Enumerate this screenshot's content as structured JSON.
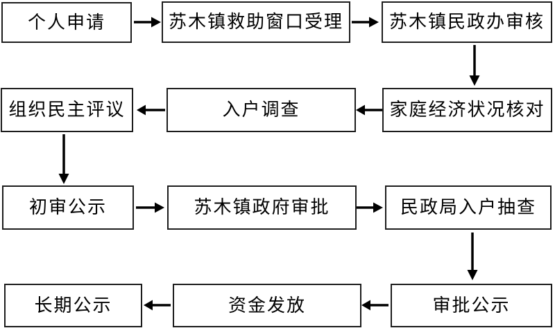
{
  "flowchart": {
    "background_color": "#ffffff",
    "box_border_color": "#1c1c1c",
    "arrow_color": "#000000",
    "text_color": "#000000",
    "nodes": [
      {
        "id": "individual-application",
        "label": "个人申请"
      },
      {
        "id": "town-aid-window-acceptance",
        "label": "苏木镇救助窗口受理"
      },
      {
        "id": "town-civil-affairs-office-review",
        "label": "苏木镇民政办审核"
      },
      {
        "id": "family-economic-status-check",
        "label": "家庭经济状况核对"
      },
      {
        "id": "household-survey",
        "label": "入户调查"
      },
      {
        "id": "democratic-appraisal",
        "label": "组织民主评议"
      },
      {
        "id": "preliminary-review-publicity",
        "label": "初审公示"
      },
      {
        "id": "town-government-approval",
        "label": "苏木镇政府审批"
      },
      {
        "id": "civil-affairs-bureau-spot-check",
        "label": "民政局入户抽查"
      },
      {
        "id": "approval-publicity",
        "label": "审批公示"
      },
      {
        "id": "funds-disbursement",
        "label": "资金发放"
      },
      {
        "id": "long-term-publicity",
        "label": "长期公示"
      }
    ],
    "edges": [
      {
        "from": "individual-application",
        "to": "town-aid-window-acceptance",
        "direction": "right"
      },
      {
        "from": "town-aid-window-acceptance",
        "to": "town-civil-affairs-office-review",
        "direction": "right"
      },
      {
        "from": "town-civil-affairs-office-review",
        "to": "family-economic-status-check",
        "direction": "down"
      },
      {
        "from": "family-economic-status-check",
        "to": "household-survey",
        "direction": "left"
      },
      {
        "from": "household-survey",
        "to": "democratic-appraisal",
        "direction": "left"
      },
      {
        "from": "democratic-appraisal",
        "to": "preliminary-review-publicity",
        "direction": "down"
      },
      {
        "from": "preliminary-review-publicity",
        "to": "town-government-approval",
        "direction": "right"
      },
      {
        "from": "town-government-approval",
        "to": "civil-affairs-bureau-spot-check",
        "direction": "right"
      },
      {
        "from": "civil-affairs-bureau-spot-check",
        "to": "approval-publicity",
        "direction": "down"
      },
      {
        "from": "approval-publicity",
        "to": "funds-disbursement",
        "direction": "left"
      },
      {
        "from": "funds-disbursement",
        "to": "long-term-publicity",
        "direction": "left"
      }
    ]
  }
}
